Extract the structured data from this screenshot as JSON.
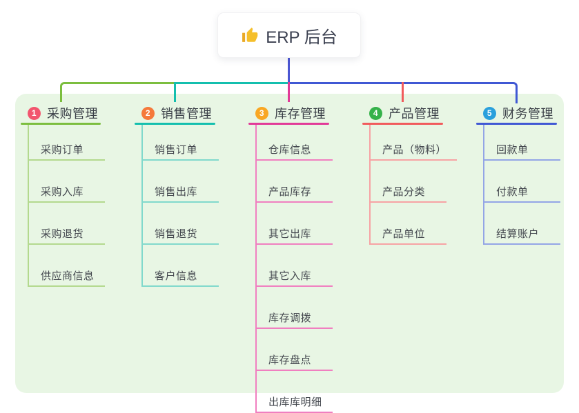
{
  "root": {
    "icon": "thumbs-up-icon",
    "title": "ERP 后台"
  },
  "canvas": {
    "background": "#ffffff",
    "panel_background": "#e8f6e4",
    "root_connector_color": "#4b56d2",
    "title_text_color": "#3a3f47",
    "child_text_color": "#43474e"
  },
  "branches": [
    {
      "number": "1",
      "title": "采购管理",
      "badge_color": "#f2556e",
      "line_color": "#7cbe3f",
      "child_line_color": "#b3d98e",
      "children": [
        "采购订单",
        "采购入库",
        "采购退货",
        "供应商信息"
      ]
    },
    {
      "number": "2",
      "title": "销售管理",
      "badge_color": "#f5793b",
      "line_color": "#14bfae",
      "child_line_color": "#81d9cc",
      "children": [
        "销售订单",
        "销售出库",
        "销售退货",
        "客户信息"
      ]
    },
    {
      "number": "3",
      "title": "库存管理",
      "badge_color": "#f9a723",
      "line_color": "#e23a98",
      "child_line_color": "#f07fc0",
      "children": [
        "仓库信息",
        "产品库存",
        "其它出库",
        "其它入库",
        "库存调拨",
        "库存盘点",
        "出库库明细"
      ]
    },
    {
      "number": "4",
      "title": "产品管理",
      "badge_color": "#35b24a",
      "line_color": "#f15b5c",
      "child_line_color": "#f7a3a4",
      "children": [
        "产品（物料）",
        "产品分类",
        "产品单位"
      ]
    },
    {
      "number": "5",
      "title": "财务管理",
      "badge_color": "#2aa0dc",
      "line_color": "#4058d4",
      "child_line_color": "#93a5e6",
      "children": [
        "回款单",
        "付款单",
        "结算账户"
      ]
    }
  ]
}
